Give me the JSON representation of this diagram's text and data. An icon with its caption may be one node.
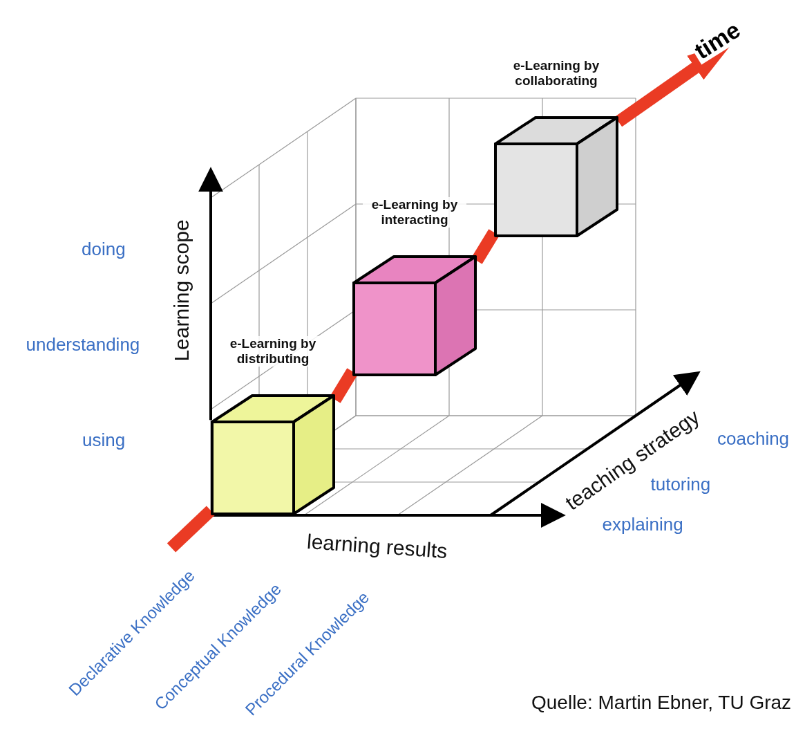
{
  "diagram": {
    "caption": "Quelle: Martin Ebner, TU Graz",
    "nodes": [
      {
        "text": [
          "e-Learning by distributing"
        ]
      },
      {
        "text": [
          "e-Learning by interacting"
        ]
      },
      {
        "text": [
          "e-Learning by collaborating"
        ]
      }
    ],
    "edges": [
      {
        "from": null,
        "to": 0,
        "arrow": "none"
      },
      {
        "from": 0,
        "to": 1,
        "arrow": "none"
      },
      {
        "from": 1,
        "to": 2,
        "arrow": "none"
      },
      {
        "from": 2,
        "to": null,
        "arrow": "to",
        "label": "time"
      }
    ],
    "labels": [
      "Learning scope",
      "doing",
      "understanding",
      "using",
      "teaching strategy",
      "coaching",
      "tutoring",
      "explaining",
      "learning results",
      "Declarative Knowledge",
      "Conceptual Knowledge",
      "Procedural Knowledge"
    ]
  }
}
